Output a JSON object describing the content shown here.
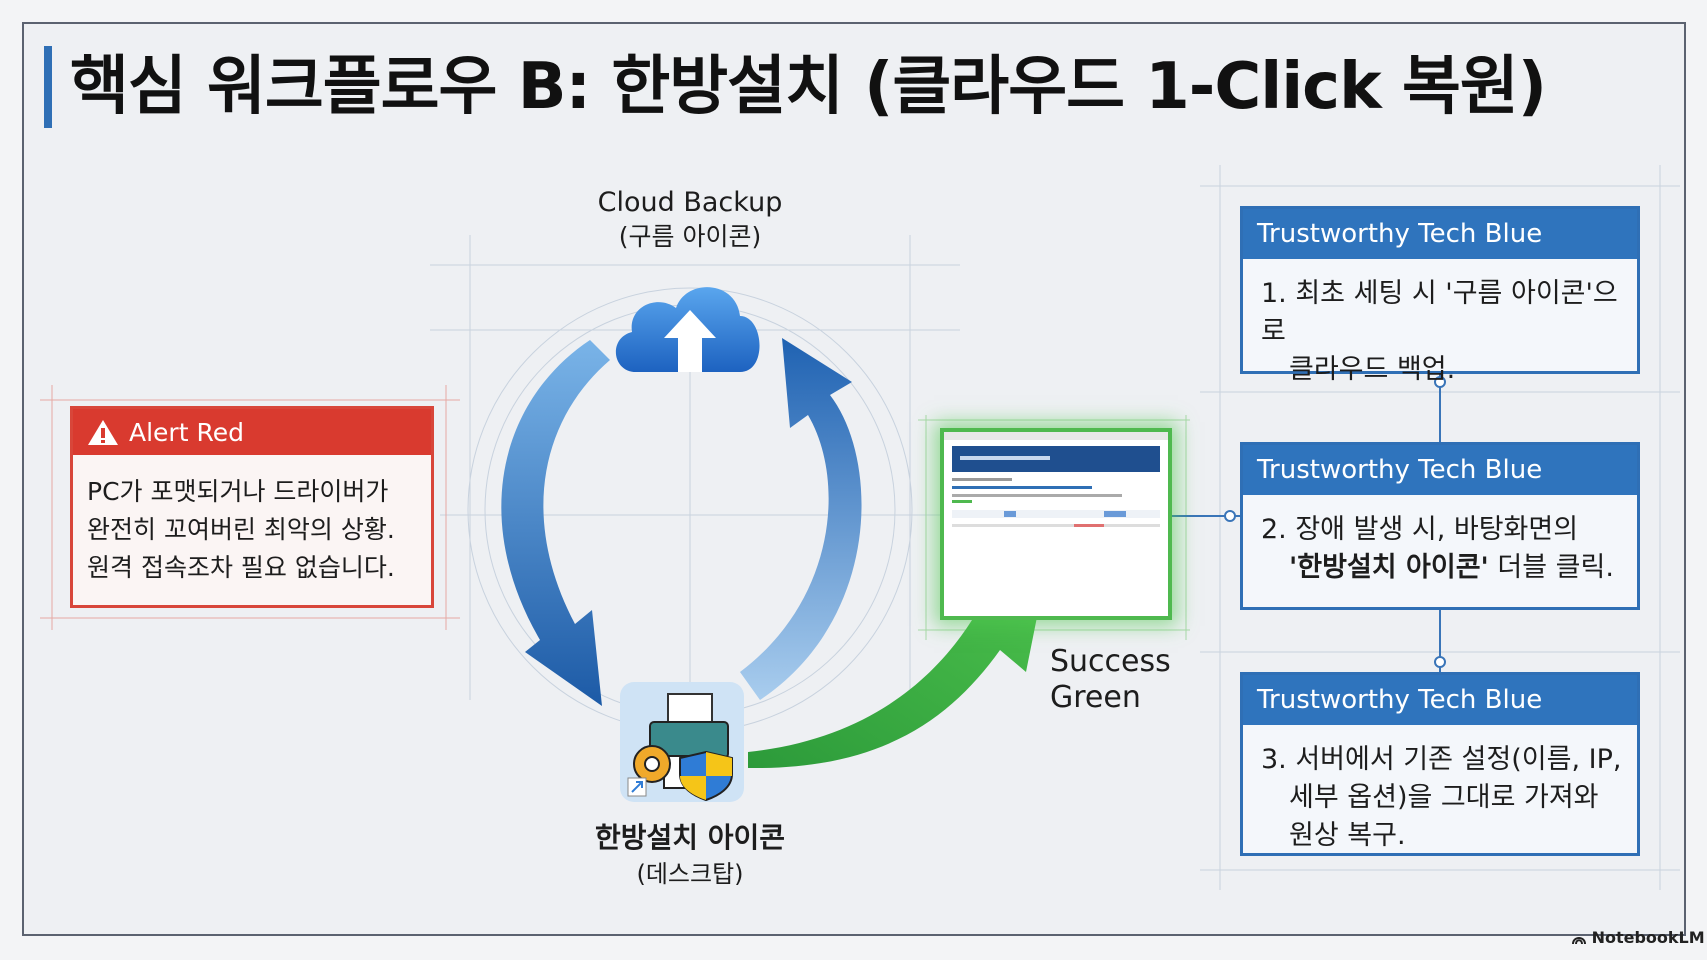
{
  "title": "핵심 워크플로우 B: 한방설치 (클라우드 1-Click 복원)",
  "cloud": {
    "label": "Cloud Backup",
    "sublabel": "(구름 아이콘)",
    "icon": "cloud-upload-icon"
  },
  "install": {
    "label": "한방설치 아이콘",
    "sublabel": "(데스크탑)",
    "icon": "printer-install-icon"
  },
  "success": {
    "line1": "Success",
    "line2": "Green"
  },
  "alert": {
    "header": "Alert Red",
    "lines": [
      "PC가 포맷되거나 드라이버가",
      "완전히 꼬여버린 최악의 상황.",
      "원격 접속조차 필요 없습니다."
    ]
  },
  "steps": [
    {
      "header": "Trustworthy Tech Blue",
      "line1": "1. 최초 세팅 시 '구름 아이콘'으로",
      "line2": "클라우드 백업.",
      "line3": ""
    },
    {
      "header": "Trustworthy Tech Blue",
      "line1": "2. 장애 발생 시, 바탕화면의",
      "line2_bold": "'한방설치 아이콘'",
      "line2_rest": " 더블 클릭.",
      "line3": ""
    },
    {
      "header": "Trustworthy Tech Blue",
      "line1": "3. 서버에서 기존 설정(이름, IP,",
      "line2": "세부 옵션)을 그대로 가져와",
      "line3": "원상 복구."
    }
  ],
  "watermark": "NotebookLM",
  "colors": {
    "accent": "#2f6fb5",
    "alert": "#d93a2f",
    "success": "#3aa33a"
  }
}
